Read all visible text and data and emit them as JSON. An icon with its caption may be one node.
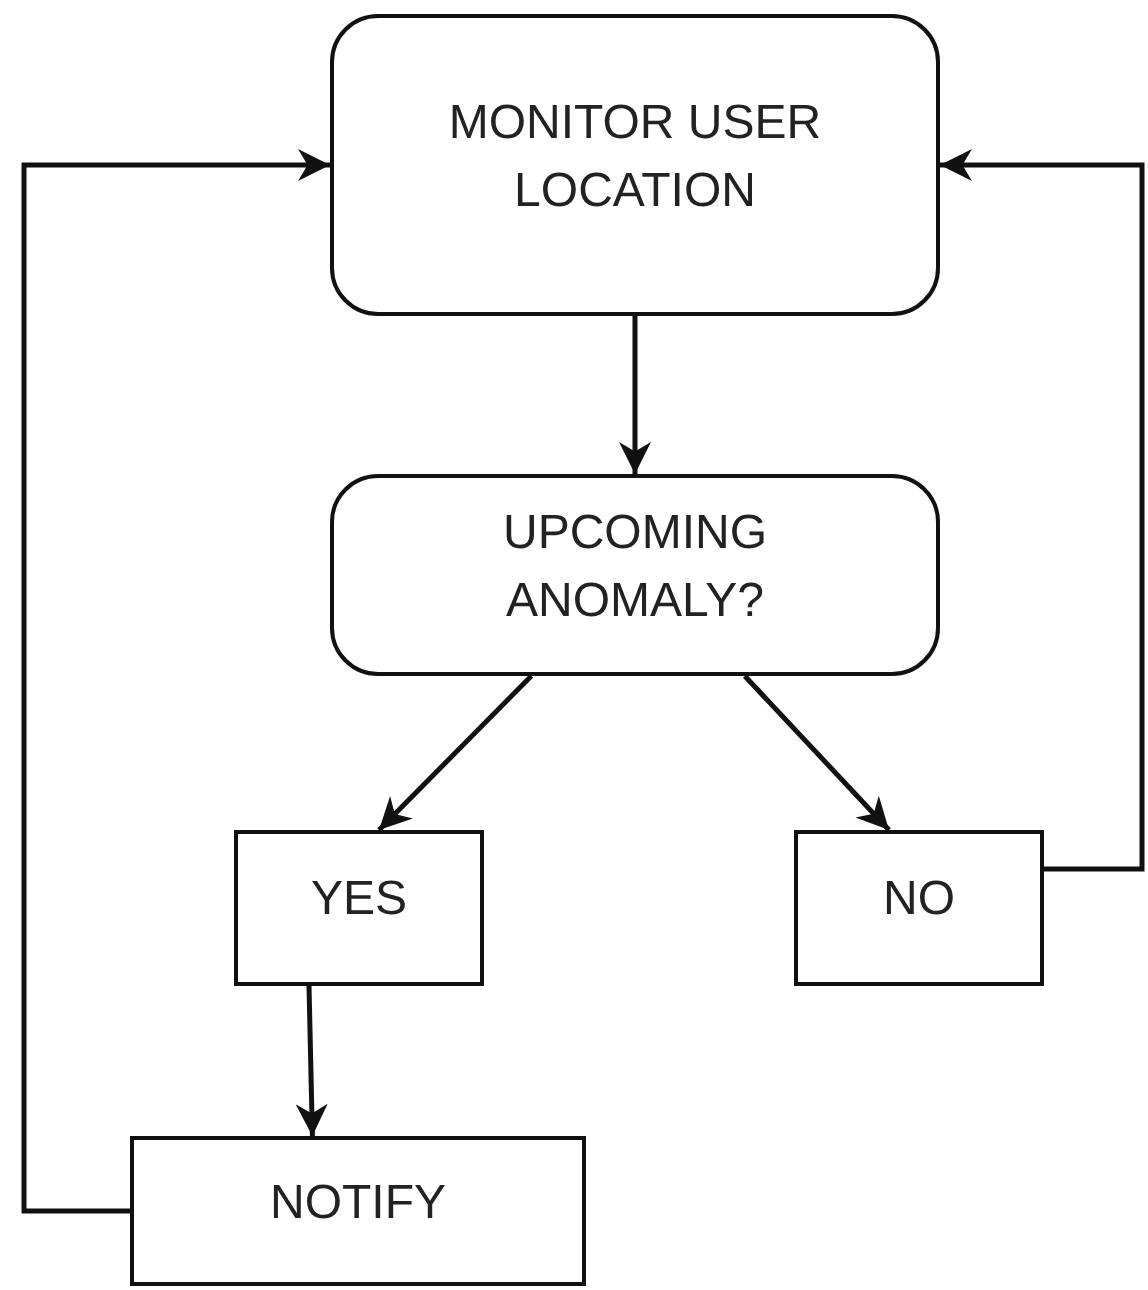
{
  "diagram": {
    "nodes": [
      {
        "text": [
          "MONITOR USER LOCATION"
        ]
      },
      {
        "text": [
          "UPCOMING ANOMALY?"
        ]
      },
      {
        "text": [
          "YES"
        ]
      },
      {
        "text": [
          "NO"
        ]
      },
      {
        "text": [
          "NOTIFY"
        ]
      }
    ],
    "edges": [
      {
        "from": 0,
        "to": 1,
        "arrow": "to"
      },
      {
        "from": 1,
        "to": 2,
        "arrow": "to"
      },
      {
        "from": 1,
        "to": 3,
        "arrow": "to"
      },
      {
        "from": 2,
        "to": 4,
        "arrow": "to"
      },
      {
        "from": 4,
        "to": 0,
        "arrow": "to"
      },
      {
        "from": 3,
        "to": 0,
        "arrow": "to"
      }
    ]
  }
}
